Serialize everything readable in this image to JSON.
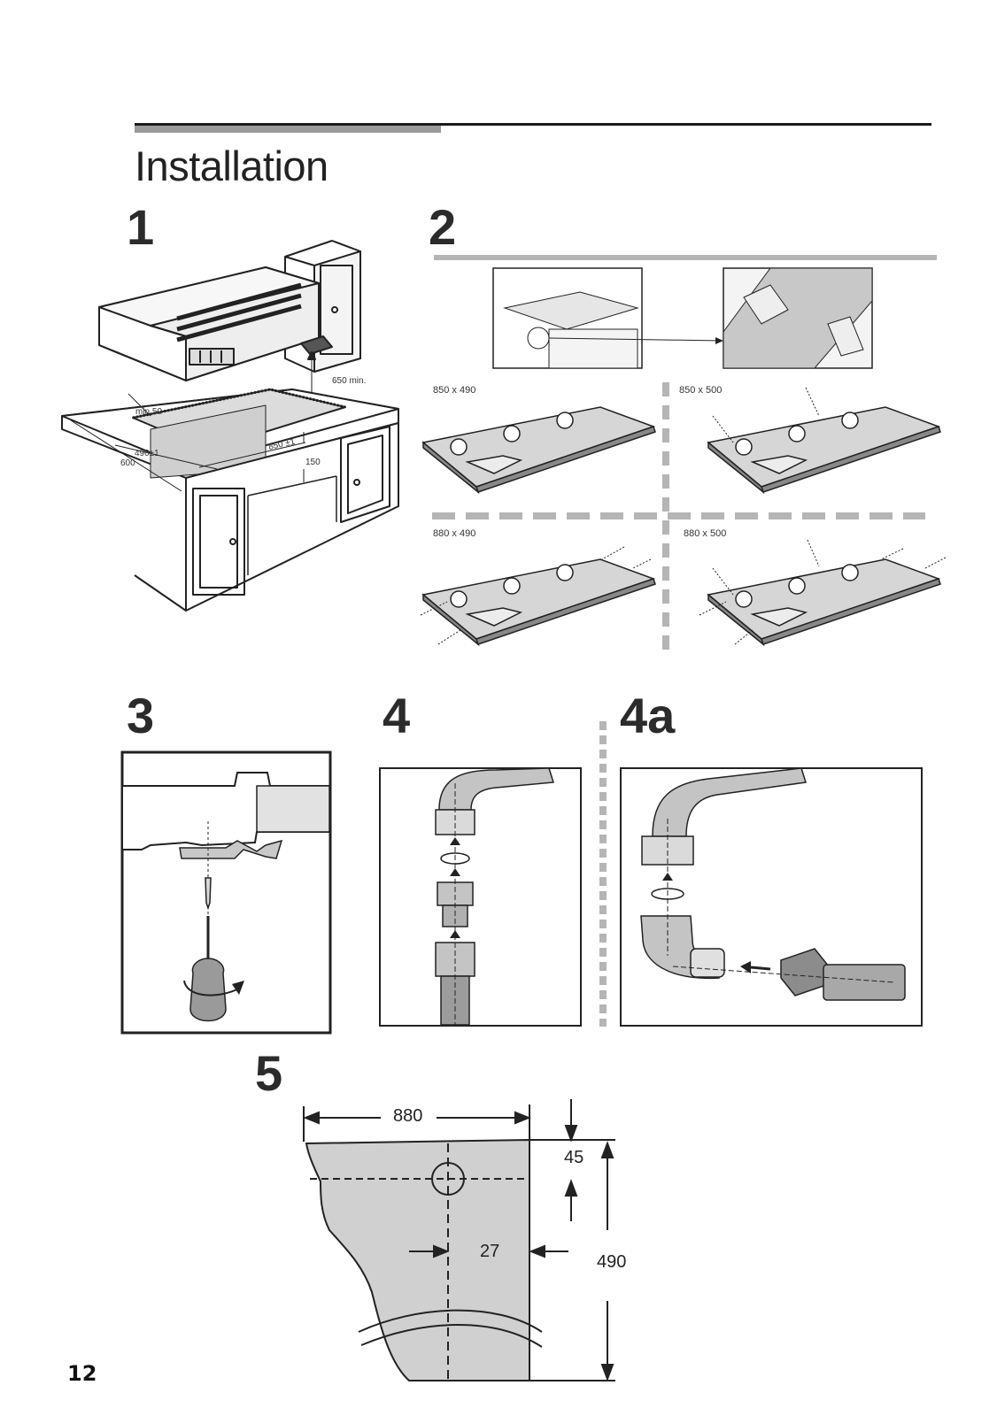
{
  "page": {
    "title": "Installation",
    "page_number": "12"
  },
  "steps": [
    {
      "number": "1"
    },
    {
      "number": "2"
    },
    {
      "number": "3"
    },
    {
      "number": "4"
    },
    {
      "number": "4a"
    },
    {
      "number": "5"
    }
  ],
  "step1": {
    "labels": {
      "clearance": "650 min.",
      "edge_min": "min.50",
      "depth_cut": "490±1",
      "width_cut": "850 ±1",
      "worktop": "600",
      "gap": "150"
    }
  },
  "step2": {
    "variants": [
      "850 x 490",
      "850 x 500",
      "880 x 490",
      "880 x 500"
    ]
  },
  "step5": {
    "dims": {
      "width": "880",
      "top_offset": "45",
      "side_offset": "27",
      "depth": "490"
    }
  },
  "colors": {
    "rule_black": "#1a1a1a",
    "rule_grey": "#9a9a9a",
    "dashed_grey": "#b5b5b5",
    "fill_grey": "#d0d0d0"
  }
}
